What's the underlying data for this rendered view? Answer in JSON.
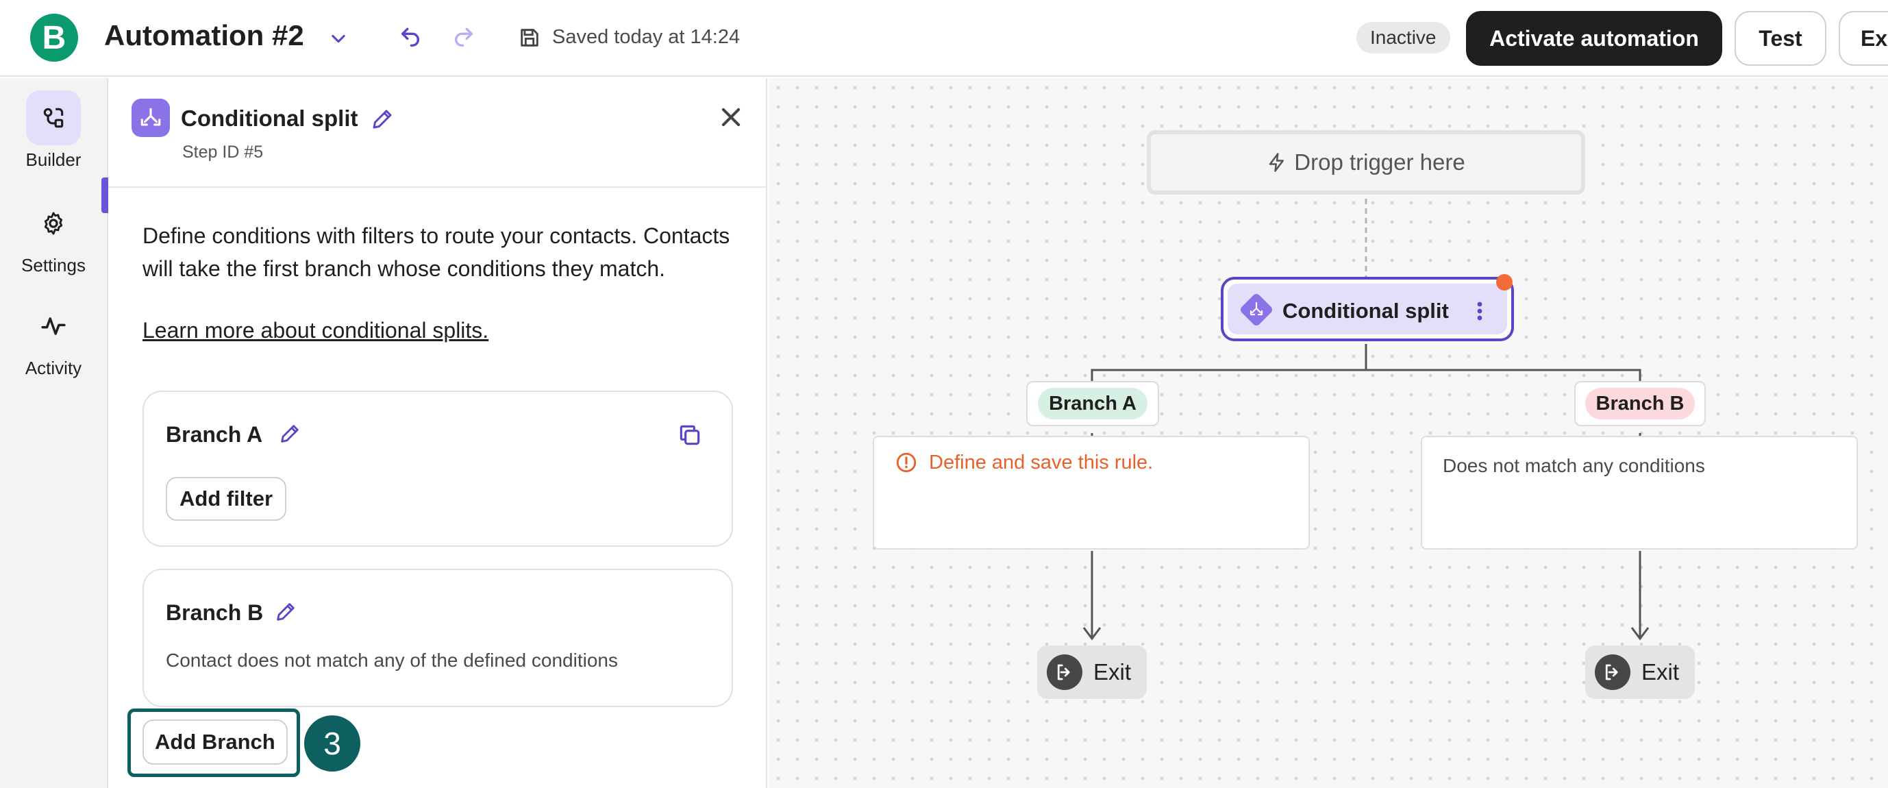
{
  "app": {
    "logo_letter": "B",
    "title": "Automation #2",
    "save_status": "Saved today at 14:24",
    "status_badge": "Inactive",
    "activate_label": "Activate automation",
    "test_label": "Test",
    "export_label_visible": "Ex"
  },
  "rail": {
    "items": [
      {
        "label": "Builder",
        "icon": "builder-icon",
        "active": true
      },
      {
        "label": "Settings",
        "icon": "gear-icon",
        "active": false
      },
      {
        "label": "Activity",
        "icon": "activity-icon",
        "active": false
      }
    ]
  },
  "panel": {
    "title": "Conditional split",
    "step_id": "Step ID #5",
    "description": "Define conditions with filters to route your contacts. Contacts will take the first branch whose conditions they match.",
    "learn_more": "Learn more about conditional splits.",
    "branches": [
      {
        "name": "Branch A",
        "action_label": "Add filter"
      },
      {
        "name": "Branch B",
        "description": "Contact does not match any of the defined conditions"
      }
    ],
    "add_branch_label": "Add Branch",
    "tutorial_step": "3"
  },
  "canvas": {
    "trigger_placeholder": "Drop trigger here",
    "split_node_label": "Conditional split",
    "branches": [
      {
        "name": "Branch A",
        "rule_text": "Define and save this rule.",
        "rule_state": "error",
        "exit_label": "Exit"
      },
      {
        "name": "Branch B",
        "rule_text": "Does not match any conditions",
        "rule_state": "default",
        "exit_label": "Exit"
      }
    ]
  },
  "colors": {
    "brand": "#0b996e",
    "accent": "#5a45c9",
    "accent_soft": "#e3defa",
    "error": "#e8612c",
    "highlight": "#0e5f60",
    "branch_a": "#d7f0e3",
    "branch_b": "#fcd9dd"
  }
}
